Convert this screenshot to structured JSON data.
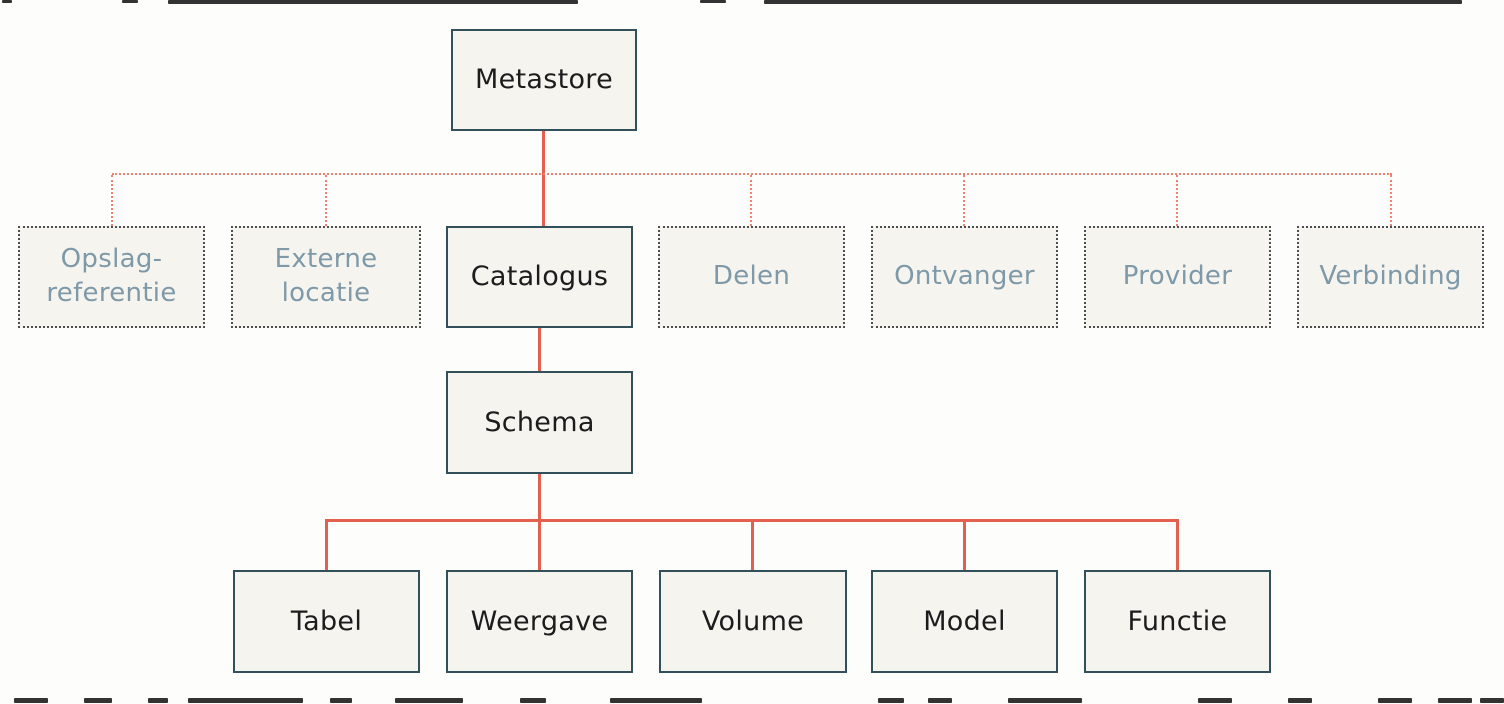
{
  "colors": {
    "background": "#fdfdfc",
    "box_fill": "#f6f4ef",
    "solid_border": "#31505a",
    "solid_text": "#1c1c1c",
    "dotted_border": "#4e4e4e",
    "dotted_text": "#7e99a8",
    "solid_line": "#e4604e",
    "dashed_line": "#ee8272"
  },
  "nodes": {
    "metastore": {
      "label": "Metastore",
      "type": "solid"
    },
    "opslag_referentie": {
      "label": "Opslag-\nreferentie",
      "type": "dotted"
    },
    "externe_locatie": {
      "label": "Externe\nlocatie",
      "type": "dotted"
    },
    "catalogus": {
      "label": "Catalogus",
      "type": "solid"
    },
    "delen": {
      "label": "Delen",
      "type": "dotted"
    },
    "ontvanger": {
      "label": "Ontvanger",
      "type": "dotted"
    },
    "provider": {
      "label": "Provider",
      "type": "dotted"
    },
    "verbinding": {
      "label": "Verbinding",
      "type": "dotted"
    },
    "schema": {
      "label": "Schema",
      "type": "solid"
    },
    "tabel": {
      "label": "Tabel",
      "type": "solid"
    },
    "weergave": {
      "label": "Weergave",
      "type": "solid"
    },
    "volume": {
      "label": "Volume",
      "type": "solid"
    },
    "model": {
      "label": "Model",
      "type": "solid"
    },
    "functie": {
      "label": "Functie",
      "type": "solid"
    }
  },
  "edges": {
    "solid": [
      [
        "metastore",
        "catalogus"
      ],
      [
        "catalogus",
        "schema"
      ],
      [
        "schema",
        "tabel"
      ],
      [
        "schema",
        "weergave"
      ],
      [
        "schema",
        "volume"
      ],
      [
        "schema",
        "model"
      ],
      [
        "schema",
        "functie"
      ]
    ],
    "dashed": [
      [
        "metastore",
        "opslag_referentie"
      ],
      [
        "metastore",
        "externe_locatie"
      ],
      [
        "metastore",
        "delen"
      ],
      [
        "metastore",
        "ontvanger"
      ],
      [
        "metastore",
        "provider"
      ],
      [
        "metastore",
        "verbinding"
      ]
    ]
  }
}
